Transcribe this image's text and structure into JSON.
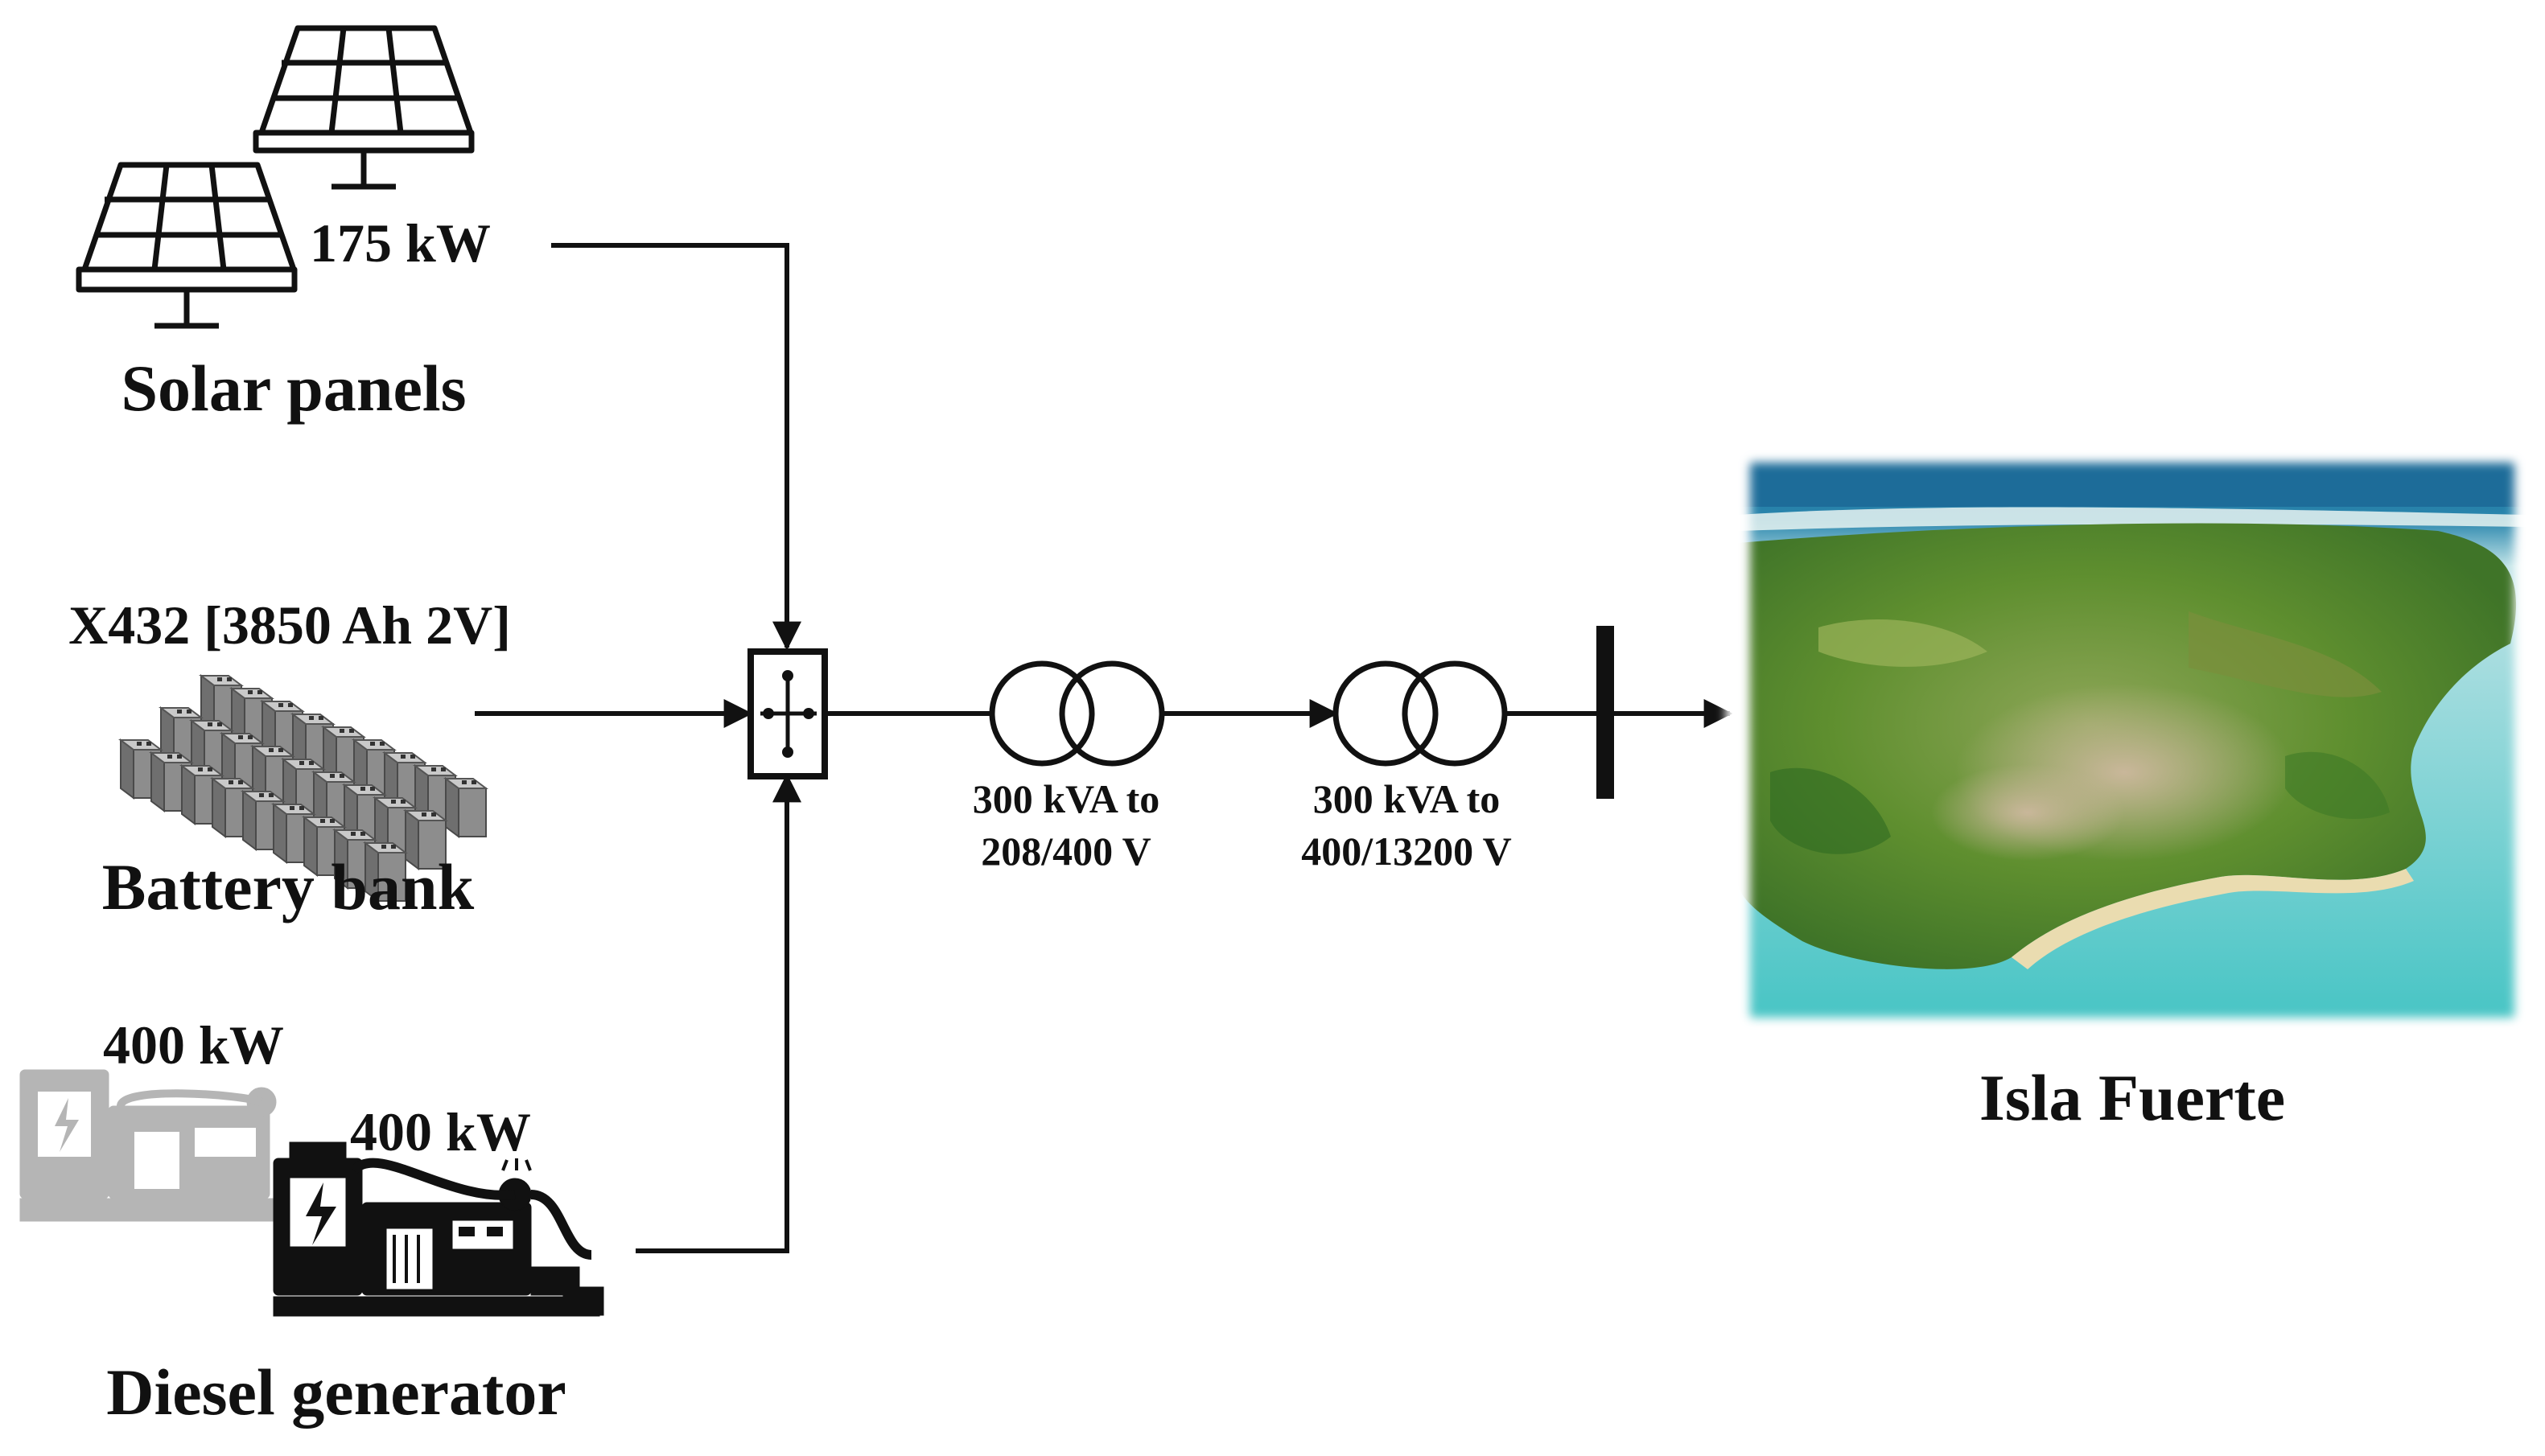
{
  "solar": {
    "label": "Solar panels",
    "power": "175 kW",
    "icon": "solar-panel-icon"
  },
  "battery": {
    "label": "Battery bank",
    "spec": "X432 [3850 Ah 2V]",
    "icon": "battery-bank-icon"
  },
  "diesel": {
    "label": "Diesel generator",
    "power_1": "400 kW",
    "power_2": "400 kW",
    "icon": "diesel-generator-icon"
  },
  "inverter": {
    "icon": "inverter-icon"
  },
  "transformer_1": {
    "line1": "300 kVA to",
    "line2": "208/400 V",
    "icon": "transformer-icon"
  },
  "transformer_2": {
    "line1": "300 kVA to",
    "line2": "400/13200 V",
    "icon": "transformer-icon"
  },
  "bus": {
    "icon": "busbar-icon"
  },
  "destination": {
    "label": "Isla Fuerte",
    "image": "island-aerial-photo"
  },
  "colors": {
    "line": "#111111",
    "ghost_generator": "#b5b5b5",
    "sea_deep": "#1f7fa8",
    "sea_shallow": "#3fc2c6",
    "land": "#5d8f2a",
    "sand": "#e9dcb0"
  }
}
